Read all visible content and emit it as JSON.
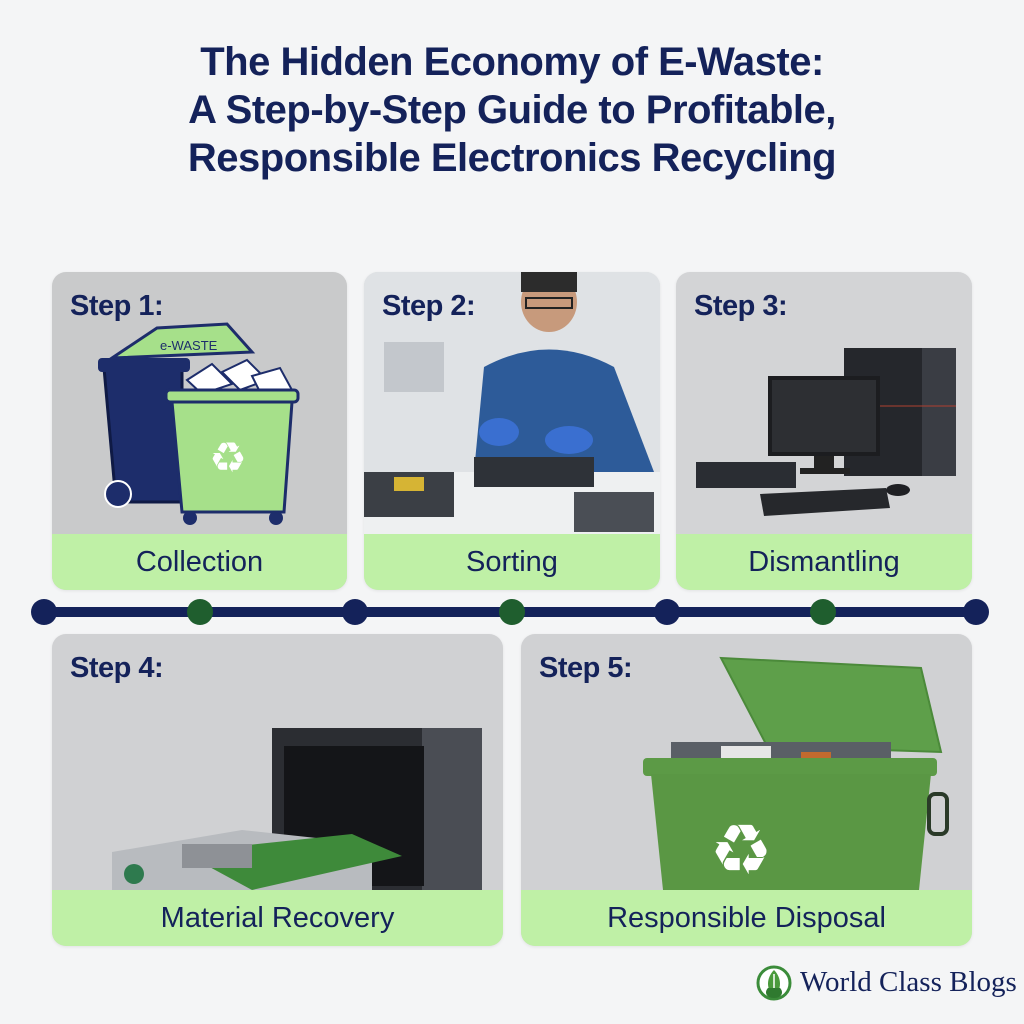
{
  "title": {
    "line1": "The Hidden Economy of E-Waste:",
    "line2": "A Step-by-Step Guide to Profitable,",
    "line3": "Responsible Electronics Recycling"
  },
  "steps": [
    {
      "step": "Step 1:",
      "label": "Collection",
      "bin_label": "e-WASTE"
    },
    {
      "step": "Step 2:",
      "label": "Sorting"
    },
    {
      "step": "Step 3:",
      "label": "Dismantling"
    },
    {
      "step": "Step 4:",
      "label": "Material Recovery"
    },
    {
      "step": "Step 5:",
      "label": "Responsible Disposal"
    }
  ],
  "timeline": {
    "dots": [
      "navy",
      "green",
      "navy",
      "green",
      "navy",
      "green",
      "navy"
    ],
    "colors": {
      "navy": "#14225a",
      "green": "#1f5e2e"
    }
  },
  "brand": {
    "name": "World Class Blogs",
    "icon": "leaf-icon"
  },
  "colors": {
    "title": "#14225a",
    "card_bg": "#c9cacb",
    "label_band": "#bff0a6",
    "page_bg": "#f4f5f6"
  }
}
